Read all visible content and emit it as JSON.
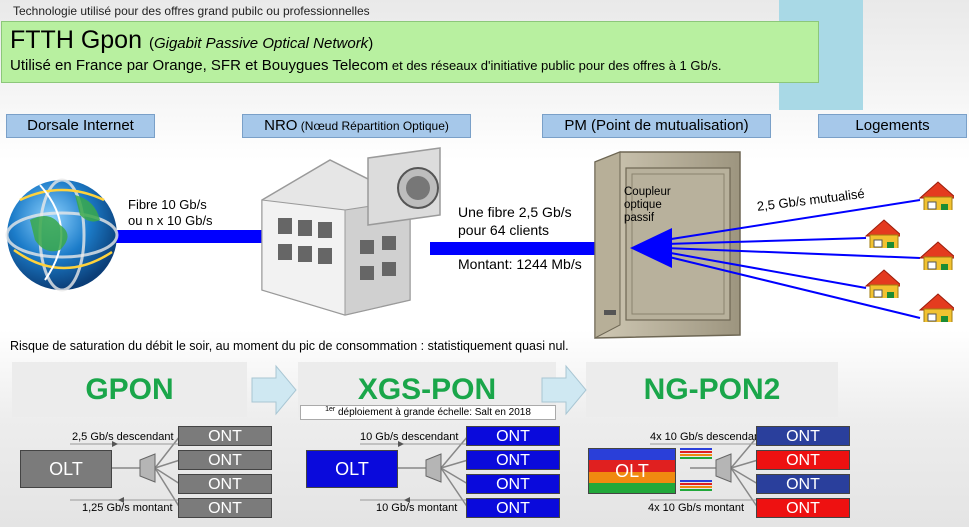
{
  "top_note": "Technologie utilisé pour des offres grand pubilc ou professionnelles",
  "title": {
    "main": "FTTH Gpon",
    "paren_open": "(",
    "subtitle": "Gigabit Passive Optical Network",
    "paren_close": ")",
    "line2_main": "Utilisé en France par Orange, SFR et Bouygues Telecom",
    "line2_small": " et des réseaux d'initiative public pour des offres à 1 Gb/s."
  },
  "headers": {
    "dorsale": "Dorsale Internet",
    "nro_main": "NRO",
    "nro_small": " (Nœud Répartition Optique)",
    "pm": "PM (Point de mutualisation)",
    "logements": "Logements"
  },
  "labels": {
    "fibre_line1": "Fibre 10 Gb/s",
    "fibre_line2": "ou n x 10 Gb/s",
    "une_fibre_line1": "Une fibre 2,5 Gb/s",
    "une_fibre_line2": "pour 64 clients",
    "montant": "Montant: 1244 Mb/s",
    "coupleur_line1": "Coupleur",
    "coupleur_line2": "optique",
    "coupleur_line3": "passif",
    "mutualise": "2,5 Gb/s mutualisé"
  },
  "risk_text": "Risque de saturation du débit le soir, au moment du pic de consommation : statistiquement quasi nul.",
  "generations": [
    {
      "name": "GPON",
      "down": "2,5 Gb/s descendant",
      "up": "1,25 Gb/s montant",
      "olt": "OLT",
      "onts": [
        "ONT",
        "ONT",
        "ONT",
        "ONT"
      ]
    },
    {
      "name": "XGS-PON",
      "note_sup": "1er",
      "note": " déploiement à grande échelle: Salt en 2018",
      "down": "10 Gb/s descendant",
      "up": "10 Gb/s montant",
      "olt": "OLT",
      "onts": [
        "ONT",
        "ONT",
        "ONT",
        "ONT"
      ]
    },
    {
      "name": "NG-PON2",
      "down": "4x 10 Gb/s descendant",
      "up": "4x 10 Gb/s montant",
      "olt": "OLT",
      "onts": [
        "ONT",
        "ONT",
        "ONT",
        "ONT"
      ]
    }
  ],
  "colors": {
    "title_bg": "#b8f0a0",
    "header_bg": "#a6c8ea",
    "fiber_blue": "#0000ff",
    "gen_text": "#1aa64a",
    "ont_gray": "#7b7b7b",
    "ont_blue": "#0a0adc",
    "ont_red": "#ee1111",
    "ont_darkblue": "#2a3f9c"
  },
  "icons": {
    "backbone": "globe-icon",
    "nro": "building-icon",
    "pm": "cabinet-icon",
    "logement": "house-icon"
  }
}
